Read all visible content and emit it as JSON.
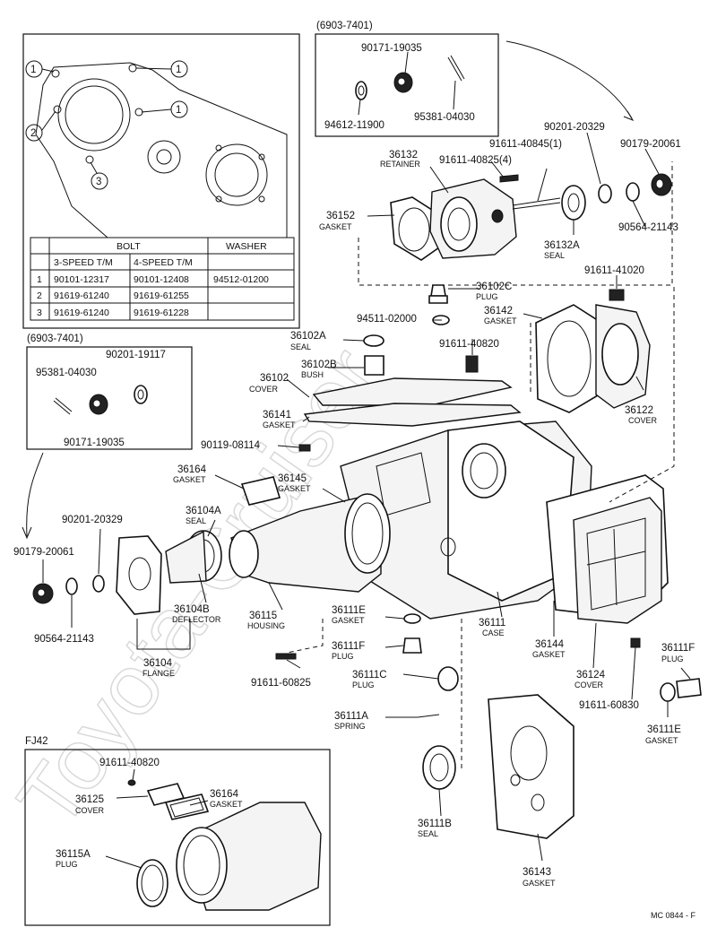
{
  "watermark": "Toyota-Cruiser",
  "footer_code": "MC 0844 - F",
  "insets": {
    "top_serial": "(6903-7401)",
    "left_serial": "(6903-7401)",
    "fj42": "FJ42"
  },
  "inset_callouts": [
    "1",
    "1",
    "1",
    "2",
    "3"
  ],
  "bolt_table": {
    "col_headers": [
      "BOLT",
      "WASHER"
    ],
    "sub_headers": [
      "3-SPEED T/M",
      "4-SPEED T/M"
    ],
    "rows": [
      {
        "idx": "1",
        "bolt3": "90101-12317",
        "bolt4": "90101-12408",
        "washer": "94512-01200"
      },
      {
        "idx": "2",
        "bolt3": "91619-61240",
        "bolt4": "91619-61255",
        "washer": ""
      },
      {
        "idx": "3",
        "bolt3": "91619-61240",
        "bolt4": "91619-61228",
        "washer": ""
      }
    ]
  },
  "parts": [
    {
      "num": "90171-19035",
      "desc": ""
    },
    {
      "num": "94612-11900",
      "desc": ""
    },
    {
      "num": "95381-04030",
      "desc": ""
    },
    {
      "num": "90201-20329",
      "desc": ""
    },
    {
      "num": "90179-20061",
      "desc": ""
    },
    {
      "num": "36132",
      "desc": "RETAINER"
    },
    {
      "num": "91611-40845(1)",
      "desc": ""
    },
    {
      "num": "91611-40825(4)",
      "desc": ""
    },
    {
      "num": "36152",
      "desc": "GASKET"
    },
    {
      "num": "36132A",
      "desc": "SEAL"
    },
    {
      "num": "90564-21143",
      "desc": ""
    },
    {
      "num": "91611-41020",
      "desc": ""
    },
    {
      "num": "36102C",
      "desc": "PLUG"
    },
    {
      "num": "36142",
      "desc": "GASKET"
    },
    {
      "num": "94511-02000",
      "desc": ""
    },
    {
      "num": "36102A",
      "desc": "SEAL"
    },
    {
      "num": "91611-40820",
      "desc": ""
    },
    {
      "num": "90201-19117",
      "desc": ""
    },
    {
      "num": "95381-04030",
      "desc": ""
    },
    {
      "num": "36102B",
      "desc": "BUSH"
    },
    {
      "num": "36102",
      "desc": "COVER"
    },
    {
      "num": "36141",
      "desc": "GASKET"
    },
    {
      "num": "36122",
      "desc": "COVER"
    },
    {
      "num": "90171-19035",
      "desc": ""
    },
    {
      "num": "90119-08114",
      "desc": ""
    },
    {
      "num": "36164",
      "desc": "GASKET"
    },
    {
      "num": "36145",
      "desc": "GASKET"
    },
    {
      "num": "36104A",
      "desc": "SEAL"
    },
    {
      "num": "90201-20329",
      "desc": ""
    },
    {
      "num": "90179-20061",
      "desc": ""
    },
    {
      "num": "36104B",
      "desc": "DEFLECTOR"
    },
    {
      "num": "36115",
      "desc": "HOUSING"
    },
    {
      "num": "90564-21143",
      "desc": ""
    },
    {
      "num": "36104",
      "desc": "FLANGE"
    },
    {
      "num": "36111E",
      "desc": "GASKET"
    },
    {
      "num": "36111",
      "desc": "CASE"
    },
    {
      "num": "36144",
      "desc": "GASKET"
    },
    {
      "num": "36111F",
      "desc": "PLUG"
    },
    {
      "num": "91611-60825",
      "desc": ""
    },
    {
      "num": "36111C",
      "desc": "PLUG"
    },
    {
      "num": "36124",
      "desc": "COVER"
    },
    {
      "num": "91611-60830",
      "desc": ""
    },
    {
      "num": "36111F",
      "desc": "PLUG"
    },
    {
      "num": "36111E",
      "desc": "GASKET"
    },
    {
      "num": "36111A",
      "desc": "SPRING"
    },
    {
      "num": "91611-40820",
      "desc": ""
    },
    {
      "num": "36125",
      "desc": "COVER"
    },
    {
      "num": "36164",
      "desc": "GASKET"
    },
    {
      "num": "36111B",
      "desc": "SEAL"
    },
    {
      "num": "36115A",
      "desc": "PLUG"
    },
    {
      "num": "36143",
      "desc": "GASKET"
    }
  ]
}
